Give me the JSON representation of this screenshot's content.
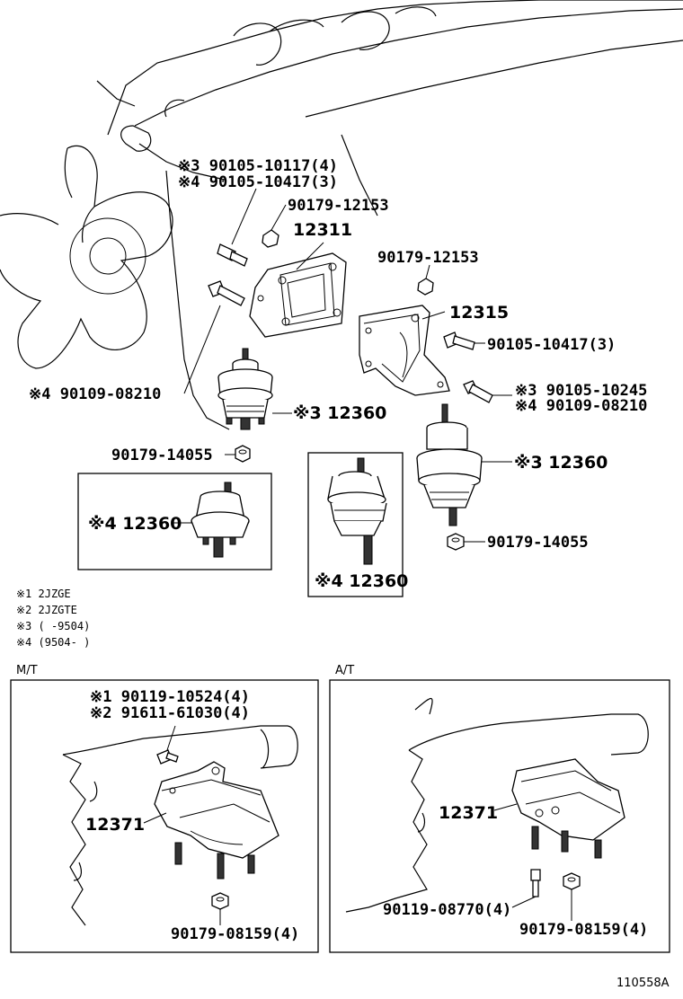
{
  "labels": {
    "bolt_upper_left_1": "※3 90105-10117(4)",
    "bolt_upper_left_2": "※4 90105-10417(3)",
    "nut_upper_left": "90179-12153",
    "bracket_left": "12311",
    "nut_upper_right": "90179-12153",
    "bracket_right": "12315",
    "bolt_right_1": "90105-10417(3)",
    "bolt_right_2a": "※3  90105-10245",
    "bolt_right_2b": "※4  90109-08210",
    "bolt_left_long": "※4 90109-08210",
    "insulator_left": "※3  12360",
    "insulator_right": "※3  12360",
    "nut_left": "90179-14055",
    "nut_right": "90179-14055",
    "boxed_left": "※4 12360",
    "boxed_center": "※4 12360"
  },
  "notes": [
    "※1  2JZGE",
    "※2  2JZGTE",
    "※3  (      -9504)",
    "※4  (9504-      )"
  ],
  "mt": {
    "header": "M/T",
    "bolt_1": "※1 90119-10524(4)",
    "bolt_2": "※2 91611-61030(4)",
    "support": "12371",
    "nut": "90179-08159(4)"
  },
  "at": {
    "header": "A/T",
    "support": "12371",
    "bolt": "90119-08770(4)",
    "nut": "90179-08159(4)"
  },
  "figure_id": "110558A"
}
